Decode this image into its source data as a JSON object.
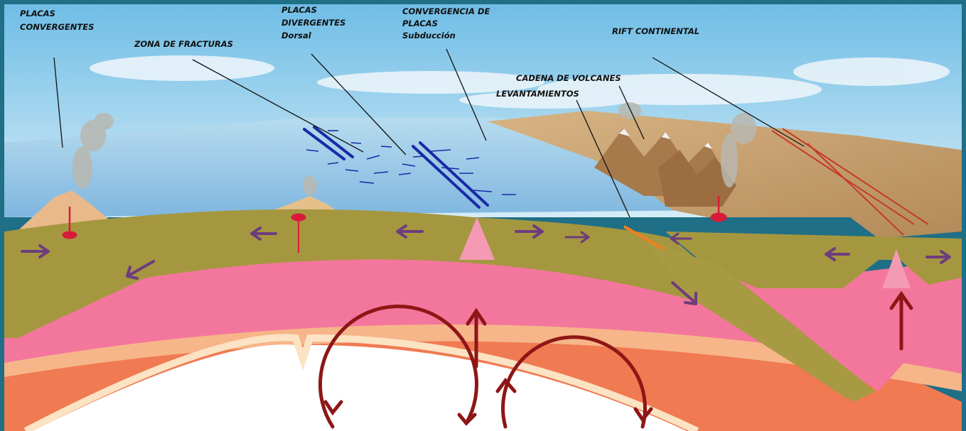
{
  "labels": {
    "placas_convergentes_1": "PLACAS",
    "placas_convergentes_2": "CONVERGENTES",
    "zona_fracturas": "ZONA DE FRACTURAS",
    "placas_divergentes_1": "PLACAS",
    "placas_divergentes_2": "DIVERGENTES",
    "placas_divergentes_3": "Dorsal",
    "convergencia_1": "CONVERGENCIA DE",
    "convergencia_2": "PLACAS",
    "convergencia_3": "Subducción",
    "rift": "RIFT CONTINENTAL",
    "cadena_volcanes": "CADENA DE VOLCANES",
    "levantamientos": "LEVANTAMIENTOS"
  },
  "colors": {
    "sky": "#a9d7ee",
    "ocean": "#8fc3e6",
    "land": "#c9a374",
    "lithosphere": "#a5973f",
    "asthenosphere": "#f3779c",
    "deep_mantle": "#f07a52",
    "band": "#f7b58a",
    "core": "#ffffff",
    "convection": "#8e1616",
    "plate_arrow": "#6d3c7d",
    "ridge_line": "#1a2aa5",
    "rift_line": "#c43a2a",
    "leader_line": "#111111",
    "frame": "#1f6f86"
  }
}
